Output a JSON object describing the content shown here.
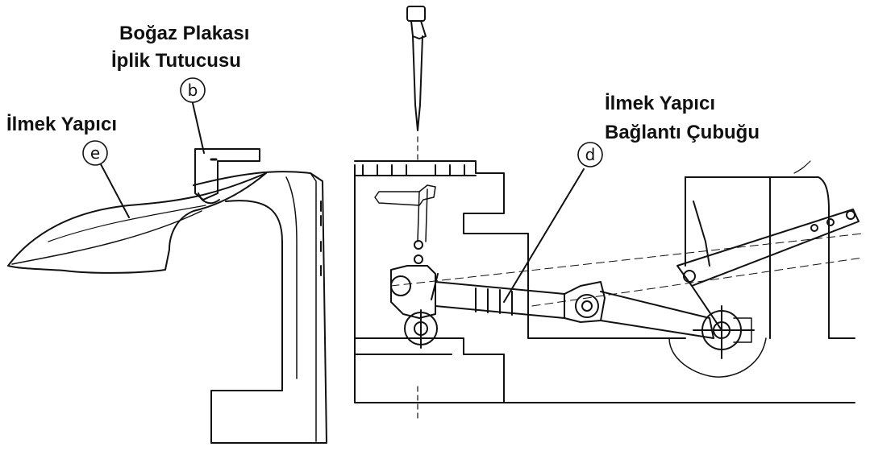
{
  "labels": {
    "throat_plate_line1": "Boğaz Plakası",
    "throat_plate_line2": "İplik Tutucusu",
    "looper": "İlmek Yapıcı",
    "looper_rod_line1": "İlmek Yapıcı",
    "looper_rod_line2": "Bağlantı Çubuğu"
  },
  "markers": {
    "b": "b",
    "e": "e",
    "d": "d"
  },
  "colors": {
    "line": "#111111",
    "background": "#ffffff"
  }
}
